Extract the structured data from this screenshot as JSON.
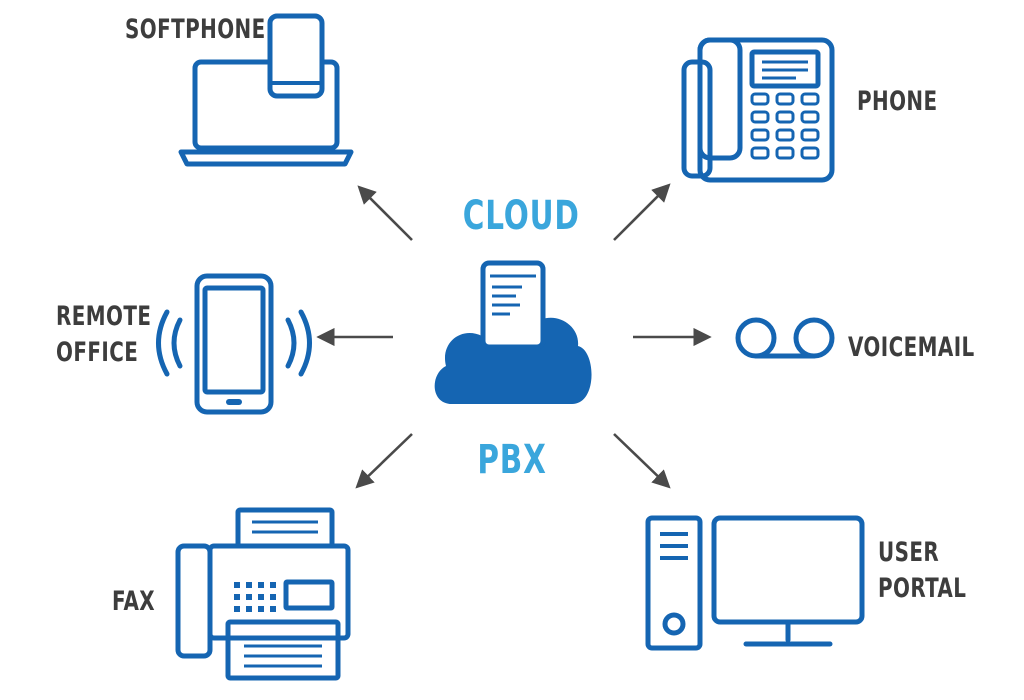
{
  "center": {
    "top_label": "CLOUD",
    "bottom_label": "PBX",
    "accent_color": "#3aa6dc"
  },
  "nodes": {
    "softphone": "SOFTPHONE",
    "phone": "PHONE",
    "remote_office": [
      "REMOTE",
      "OFFICE"
    ],
    "voicemail": "VOICEMAIL",
    "fax": "FAX",
    "user_portal": [
      "USER",
      "PORTAL"
    ]
  },
  "colors": {
    "icon": "#1565b2",
    "label": "#3d3d3d",
    "arrow": "#4a4a4a"
  },
  "icons": {
    "center": "cloud-server-icon",
    "softphone": "laptop-phone-icon",
    "phone": "desk-phone-icon",
    "remote_office": "mobile-phone-icon",
    "voicemail": "voicemail-icon",
    "fax": "fax-machine-icon",
    "user_portal": "desktop-computer-icon"
  }
}
